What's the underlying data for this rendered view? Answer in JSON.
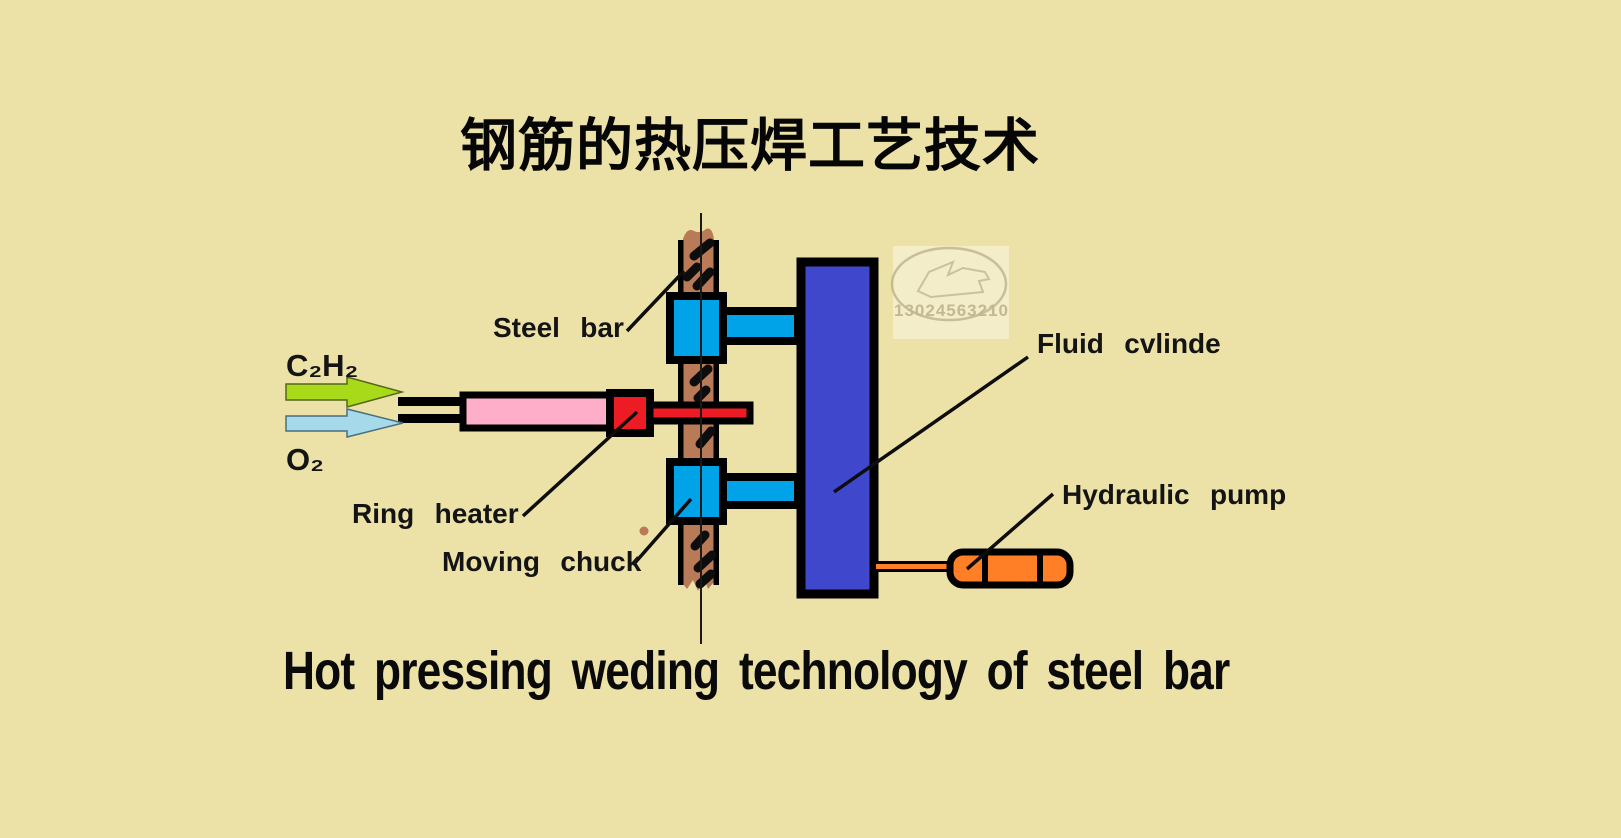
{
  "title": "钢筋的热压焊工艺技术",
  "caption": "Hot pressing weding technology of steel bar",
  "labels": {
    "steel_bar": "Steel bar",
    "c2h2": "C₂H₂",
    "o2": "O₂",
    "ring_heater": "Ring heater",
    "moving_chuck": "Moving chuck",
    "fluid_cylinder": "Fluid cvlinde",
    "hydraulic_pump": "Hydraulic pump"
  },
  "watermark": {
    "phone": "13024563210"
  },
  "colors": {
    "background": "#ECE2A8",
    "steel_bar": "#B97A57",
    "chuck": "#00A2E8",
    "fluid_cylinder": "#3F48CC",
    "ring_heater": "#ED1C24",
    "heater_bar": "#ED1C24",
    "torch": "#FFAEC9",
    "pump": "#FF7F27",
    "c2h2_arrow": "#A8DA19",
    "o2_arrow": "#A6D9EA",
    "outline": "#000000"
  }
}
